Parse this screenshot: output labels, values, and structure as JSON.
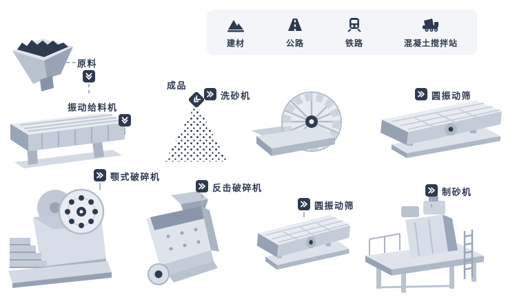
{
  "legend": {
    "items": [
      {
        "label": "建材",
        "icon": "building-materials-icon"
      },
      {
        "label": "公路",
        "icon": "highway-icon"
      },
      {
        "label": "铁路",
        "icon": "railway-icon"
      },
      {
        "label": "混凝土搅拌站",
        "icon": "concrete-mixing-plant-icon"
      }
    ]
  },
  "nodes": {
    "raw_material": {
      "label": "原料"
    },
    "vibrating_feeder": {
      "label": "振动给料机"
    },
    "finished_product": {
      "label": "成品"
    },
    "sand_washer": {
      "label": "洗砂机"
    },
    "vibrating_screen_top": {
      "label": "圆振动筛"
    },
    "jaw_crusher": {
      "label": "颚式破碎机"
    },
    "impact_crusher": {
      "label": "反击破碎机"
    },
    "vibrating_screen_bottom": {
      "label": "圆振动筛"
    },
    "sand_maker": {
      "label": "制砂机"
    }
  },
  "colors": {
    "dark_navy": "#2e3a4e",
    "machine_lightest": "#e8ecf2",
    "machine_light": "#d8dee7",
    "machine_mid": "#c3ccd8",
    "machine_shade": "#9aa6b7",
    "legend_background": "#f3f5f8",
    "page_background": "#ffffff"
  }
}
